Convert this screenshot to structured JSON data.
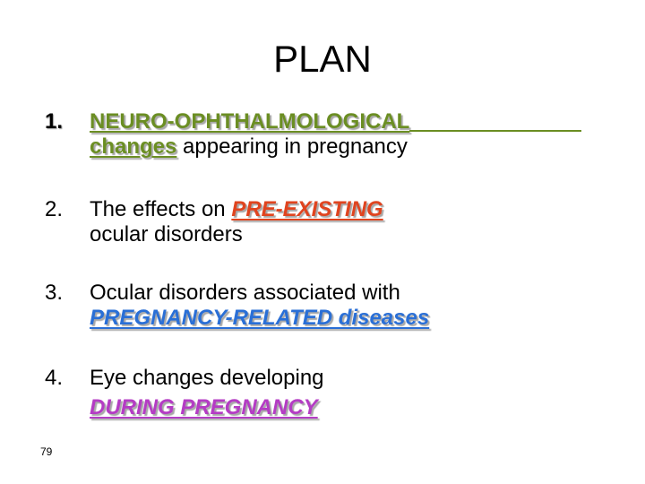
{
  "slide": {
    "title": "PLAN",
    "page_number": "79",
    "items": [
      {
        "number": "1.",
        "emphasis_line": "NEURO-OPHTHALMOLOGICAL",
        "emphasis_word": "changes",
        "rest": " appearing in pregnancy",
        "color": "#6b8e23"
      },
      {
        "number": "2.",
        "prefix": "The effects on ",
        "emphasis": "PRE-EXISTING",
        "second_line": "ocular disorders",
        "color": "#e0441f"
      },
      {
        "number": "3.",
        "first_line": "Ocular disorders associated with",
        "emphasis": "PREGNANCY-RELATED diseases",
        "color": "#2a6fd6"
      },
      {
        "number": "4.",
        "first_line": "Eye changes developing",
        "emphasis": "DURING PREGNANCY",
        "color": "#b43cc4"
      }
    ]
  }
}
